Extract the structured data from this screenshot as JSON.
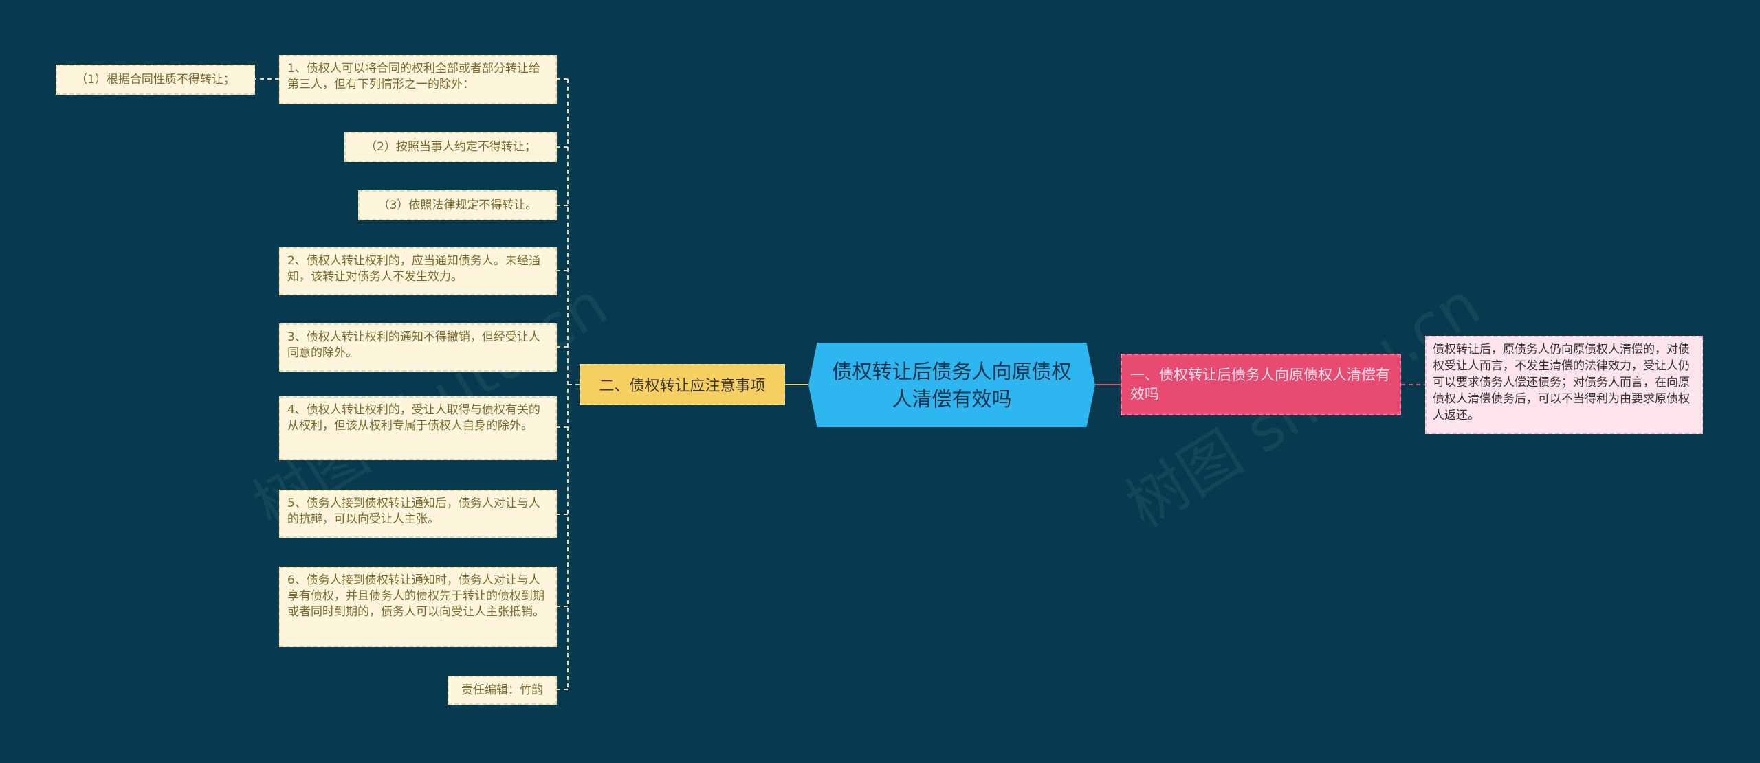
{
  "root": {
    "title": "债权转让后债务人向原债权人清偿有效吗"
  },
  "left_branch": {
    "label": "二、债权转让应注意事项",
    "children": [
      "1、债权人可以将合同的权利全部或者部分转让给第三人，但有下列情形之一的除外：",
      "（2）按照当事人约定不得转让；",
      "（3）依照法律规定不得转让。",
      "2、债权人转让权利的，应当通知债务人。未经通知，该转让对债务人不发生效力。",
      "3、债权人转让权利的通知不得撤销，但经受让人同意的除外。",
      "4、债权人转让权利的，受让人取得与债权有关的从权利，但该从权利专属于债权人自身的除外。",
      "5、债务人接到债权转让通知后，债务人对让与人的抗辩，可以向受让人主张。",
      "6、债务人接到债权转让通知时，债务人对让与人享有债权，并且债务人的债权先于转让的债权到期或者同时到期的，债务人可以向受让人主张抵销。",
      "责任编辑：竹韵"
    ],
    "grandchild": "（1）根据合同性质不得转让；"
  },
  "right_branch": {
    "label": "一、债权转让后债务人向原债权人清偿有效吗",
    "child": "债权转让后，原债务人仍向原债权人清偿的，对债权受让人而言，不发生清偿的法律效力，受让人仍可以要求债务人偿还债务；对债务人而言，在向原债权人清偿债务后，可以不当得利为由要求原债权人返还。"
  },
  "colors": {
    "background": "#073a4e",
    "root": "#2db6ef",
    "left_branch": "#f6cf61",
    "right_branch": "#e84a72",
    "leaf": "#fdf5dc",
    "right_leaf": "#fde3ea"
  }
}
